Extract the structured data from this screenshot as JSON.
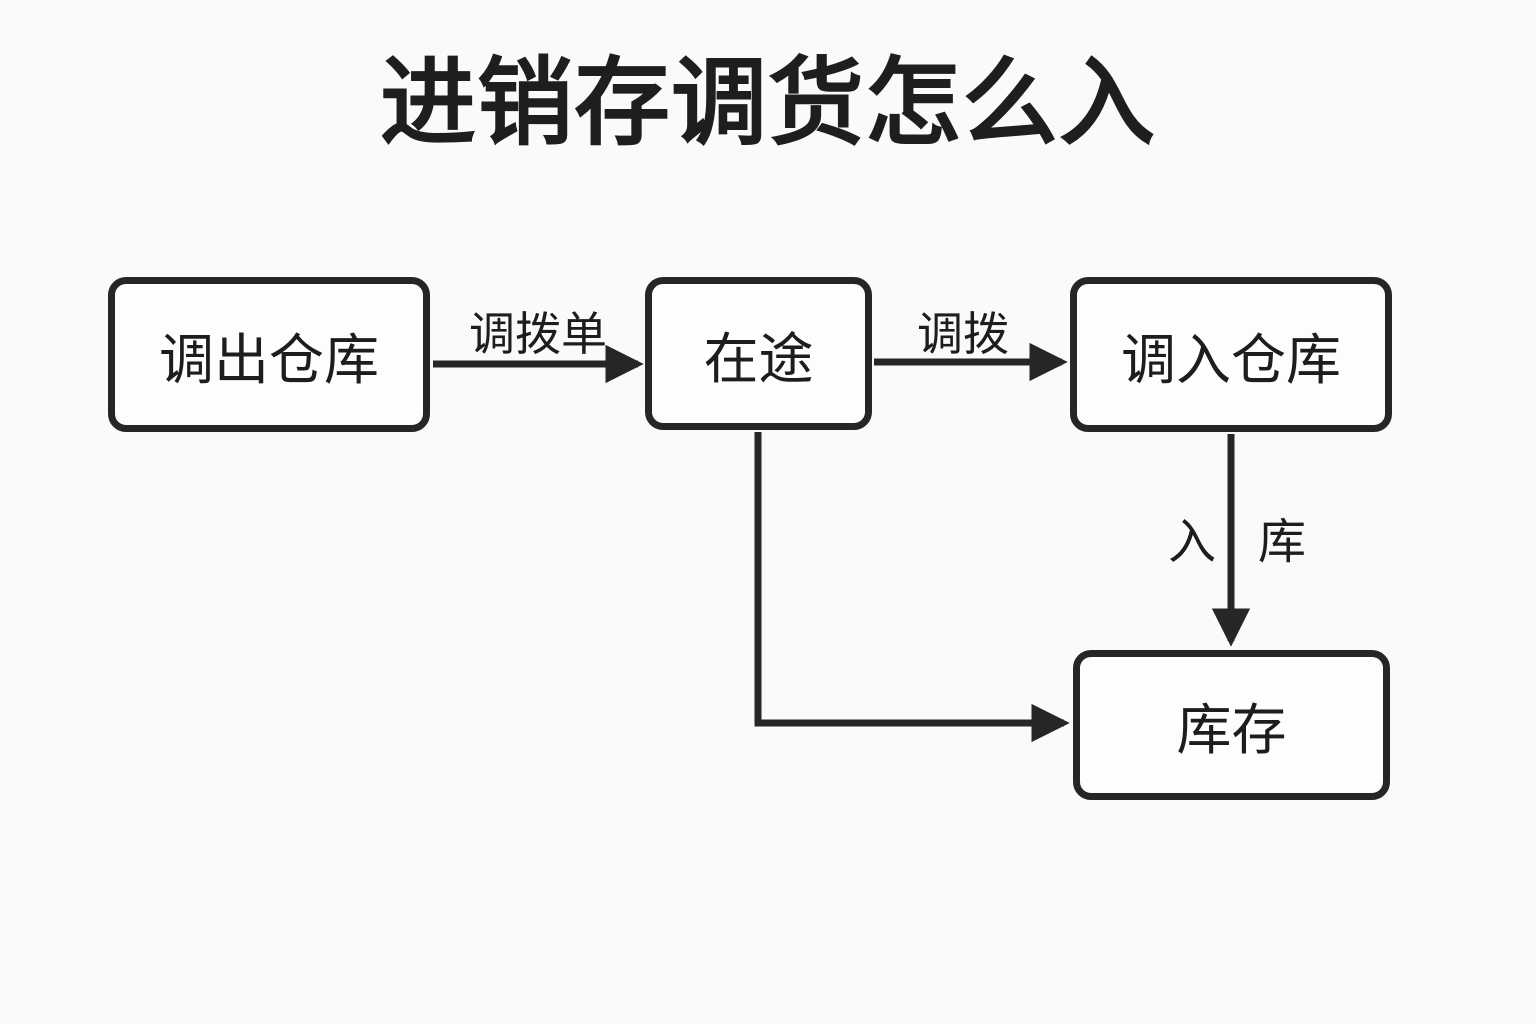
{
  "title": "进销存调货怎么入",
  "diagram": {
    "nodes": [
      {
        "id": "source-warehouse",
        "label": "调出仓库"
      },
      {
        "id": "in-transit",
        "label": "在途"
      },
      {
        "id": "dest-warehouse",
        "label": "调入仓库"
      },
      {
        "id": "inventory",
        "label": "库存"
      }
    ],
    "edges": [
      {
        "from": "source-warehouse",
        "to": "in-transit",
        "label": "调拨单"
      },
      {
        "from": "in-transit",
        "to": "dest-warehouse",
        "label": "调拨"
      },
      {
        "from": "dest-warehouse",
        "to": "inventory",
        "label": "入库"
      },
      {
        "from": "in-transit",
        "to": "inventory",
        "label": ""
      }
    ],
    "colors": {
      "background": "#fafafa",
      "node_fill": "#fdfdfd",
      "stroke": "#262626",
      "text": "#1d1d1d"
    }
  }
}
